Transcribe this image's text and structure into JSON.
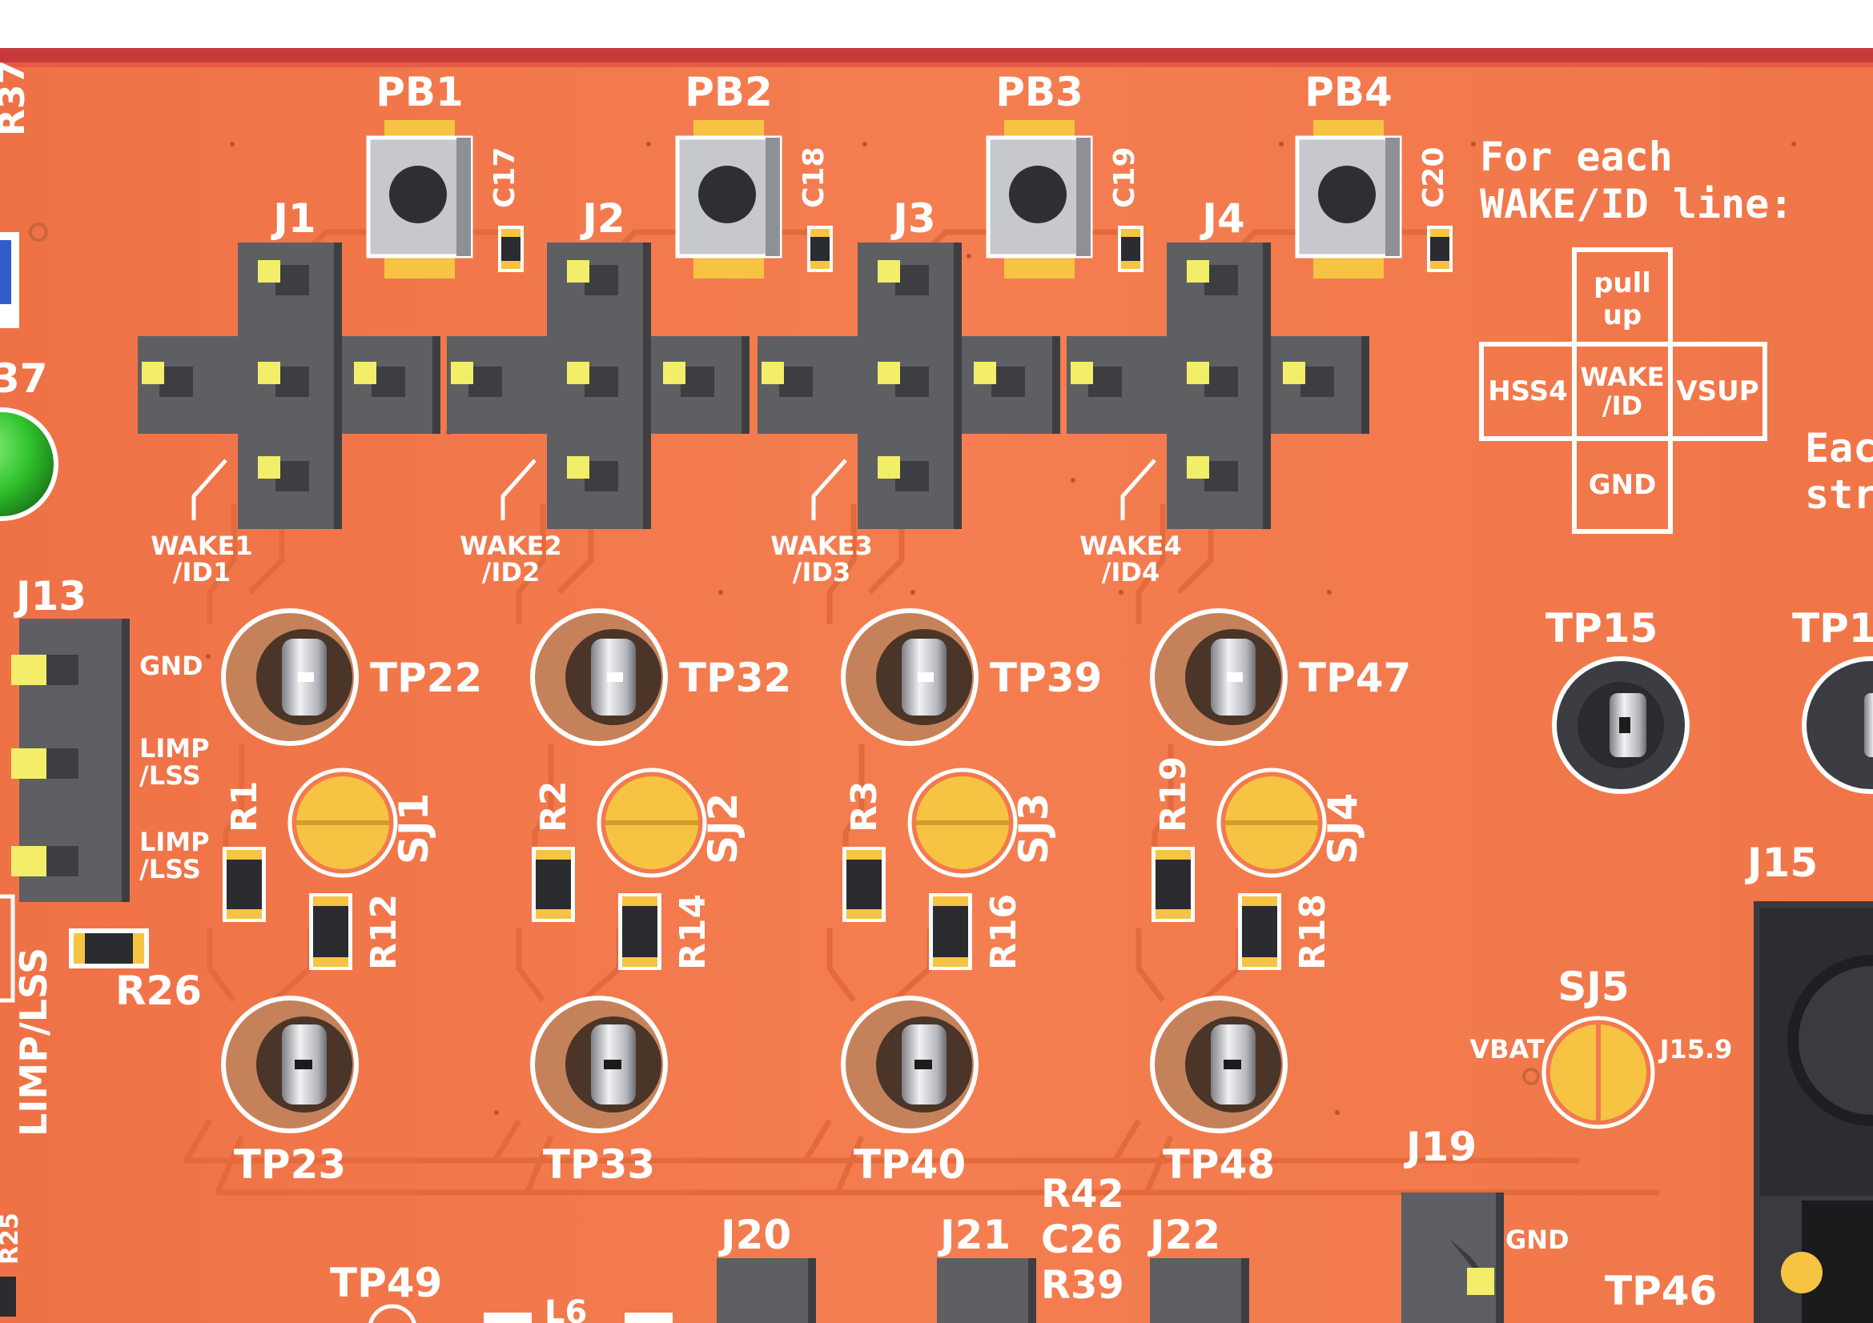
{
  "board": {
    "colors": {
      "pcb": "#f27a4e",
      "pcb_edge": "#c8393b",
      "silkscreen": "#ffffff",
      "header": "#5e5f63",
      "pad_gold": "#f6c343",
      "pad_copper": "#c5825a",
      "pin_yellow": "#f2ee6a"
    },
    "pushbuttons": [
      "PB1",
      "PB2",
      "PB3",
      "PB4"
    ],
    "capacitors": [
      "C17",
      "C18",
      "C19",
      "C20"
    ],
    "headers": [
      "J1",
      "J2",
      "J3",
      "J4"
    ],
    "header_labels": [
      [
        "WAKE1",
        "/ID1"
      ],
      [
        "WAKE2",
        "/ID2"
      ],
      [
        "WAKE3",
        "/ID3"
      ],
      [
        "WAKE4",
        "/ID4"
      ]
    ],
    "testpoints_upper": [
      "TP22",
      "TP32",
      "TP39",
      "TP47"
    ],
    "testpoints_lower": [
      "TP23",
      "TP33",
      "TP40",
      "TP48"
    ],
    "resistors_left": [
      "R1",
      "R2",
      "R3",
      "R19"
    ],
    "resistors_right": [
      "R12",
      "R14",
      "R16",
      "R18"
    ],
    "solder_jumpers": [
      "SJ1",
      "SJ2",
      "SJ3",
      "SJ4"
    ],
    "legend": {
      "title_line1": "For each",
      "title_line2": "WAKE/ID line:",
      "top_line1": "pull",
      "top_line2": "up",
      "left": "HSS4",
      "center_line1": "WAKE",
      "center_line2": "/ID",
      "right": "VSUP",
      "bottom": "GND",
      "partial_line1": "Eac",
      "partial_line2": "str"
    },
    "j13": {
      "ref": "J13",
      "pins": [
        "GND",
        "LIMP\n/LSS",
        "LIMP\n/LSS"
      ]
    },
    "j13_pin_labels": [
      [
        "GND"
      ],
      [
        "LIMP",
        "/LSS"
      ],
      [
        "LIMP",
        "/LSS"
      ]
    ],
    "left_edge": {
      "vertical_label": "LIMP/LSS",
      "r26": "R26",
      "partial_top": "R37",
      "partial_num": "37",
      "partial_r25": "R25"
    },
    "right_side": {
      "tp15": "TP15",
      "tp16": "TP1",
      "j15": "J15",
      "sj5": "SJ5",
      "sj5_left": "VBAT",
      "sj5_right": "J15.9",
      "j19": "J19",
      "j19_gnd": "GND",
      "tp46": "TP46"
    },
    "bottom_row": {
      "tp49": "TP49",
      "j20": "J20",
      "j21": "J21",
      "r42": "R42",
      "c26": "C26",
      "r39": "R39",
      "j22": "J22",
      "l6": "L6"
    }
  }
}
